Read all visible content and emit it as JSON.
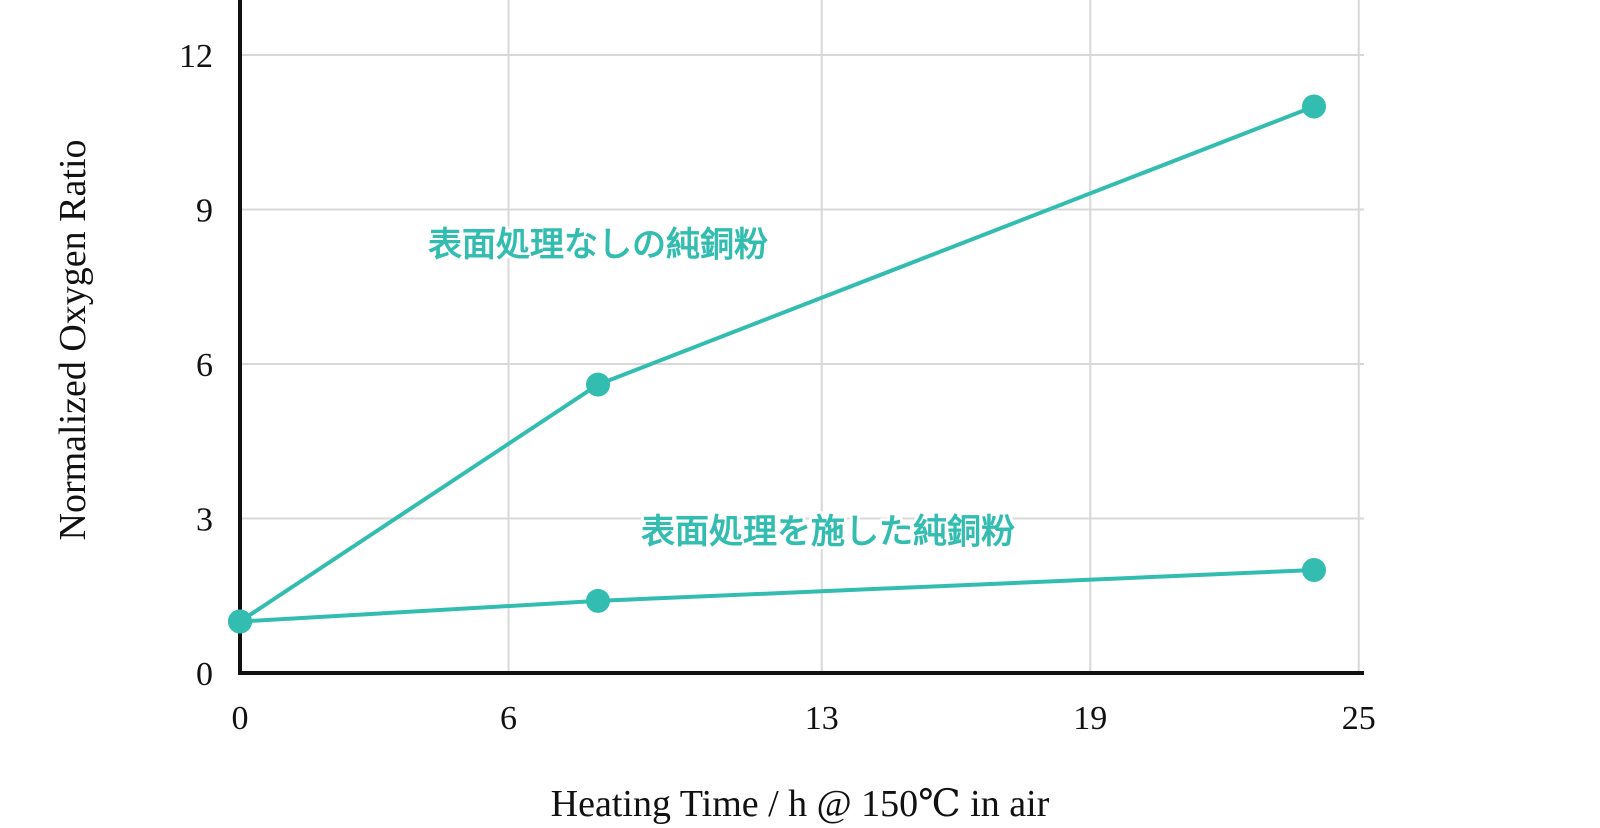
{
  "chart_data": {
    "type": "line",
    "xlabel": "Heating Time / h @ 150℃ in air",
    "ylabel": "Normalized Oxygen Ratio",
    "xlim": [
      0,
      24
    ],
    "ylim": [
      0,
      13
    ],
    "x_ticks": [
      "0",
      "6",
      "13",
      "19",
      "25"
    ],
    "y_ticks": [
      "0",
      "3",
      "6",
      "9",
      "12"
    ],
    "grid": true,
    "legend": "none",
    "colors": {
      "series": "#33bcb0",
      "grid": "#d8d8d8",
      "axis": "#111111"
    },
    "series": [
      {
        "name": "表面処理なしの純銅粉",
        "x": [
          0,
          8,
          24
        ],
        "y": [
          1.0,
          5.6,
          11.0
        ]
      },
      {
        "name": "表面処理を施した純銅粉",
        "x": [
          0,
          8,
          24
        ],
        "y": [
          1.0,
          1.4,
          2.0
        ]
      }
    ]
  }
}
